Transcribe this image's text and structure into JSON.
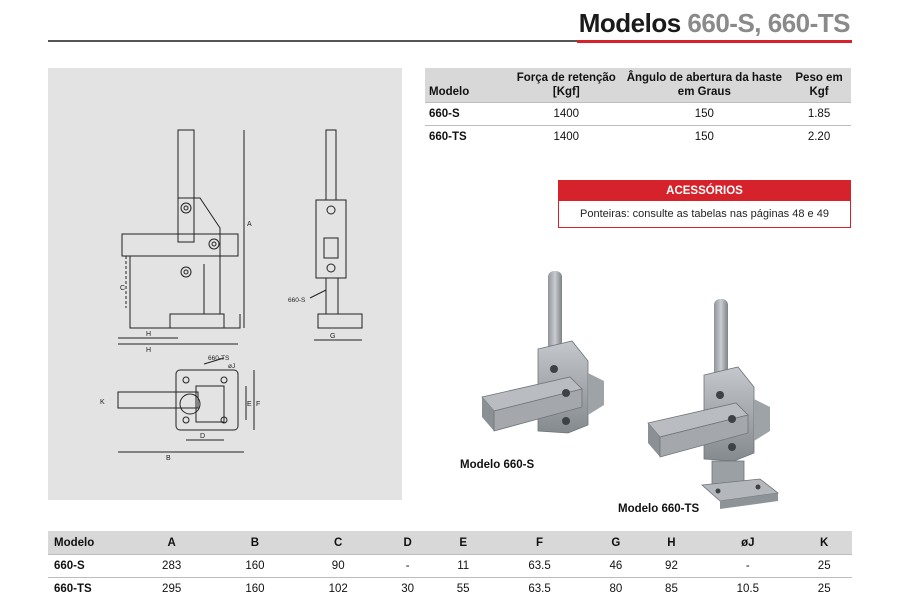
{
  "header": {
    "prefix": "Modelos ",
    "models": "660-S, 660-TS"
  },
  "spec_table": {
    "headers": [
      "Modelo",
      "Força de retenção [Kgf]",
      "Ângulo de abertura da haste em Graus",
      "Peso em Kgf"
    ],
    "rows": [
      [
        "660-S",
        "1400",
        "150",
        "1.85"
      ],
      [
        "660-TS",
        "1400",
        "150",
        "2.20"
      ]
    ]
  },
  "accessories": {
    "title": "ACESSÓRIOS",
    "text": "Ponteiras: consulte as tabelas nas páginas 48 e 49"
  },
  "drawing_labels": {
    "a": "A",
    "c": "C",
    "h": "H",
    "g": "G",
    "e": "E",
    "f": "F",
    "b": "B",
    "k": "K",
    "d": "D",
    "j": "øJ",
    "model_s": "660-S",
    "model_ts": "660-TS"
  },
  "photo_captions": {
    "s": "Modelo 660-S",
    "ts": "Modelo 660-TS"
  },
  "dimension_table": {
    "headers": [
      "Modelo",
      "A",
      "B",
      "C",
      "D",
      "E",
      "F",
      "G",
      "H",
      "øJ",
      "K"
    ],
    "rows": [
      [
        "660-S",
        "283",
        "160",
        "90",
        "-",
        "11",
        "63.5",
        "46",
        "92",
        "-",
        "25"
      ],
      [
        "660-TS",
        "295",
        "160",
        "102",
        "30",
        "55",
        "63.5",
        "80",
        "85",
        "10.5",
        "25"
      ]
    ]
  },
  "colors": {
    "accent": "#d6222a",
    "panel": "#e3e3e3",
    "header_bg": "#d8d8d8",
    "title_gray": "#8a8a8a"
  }
}
